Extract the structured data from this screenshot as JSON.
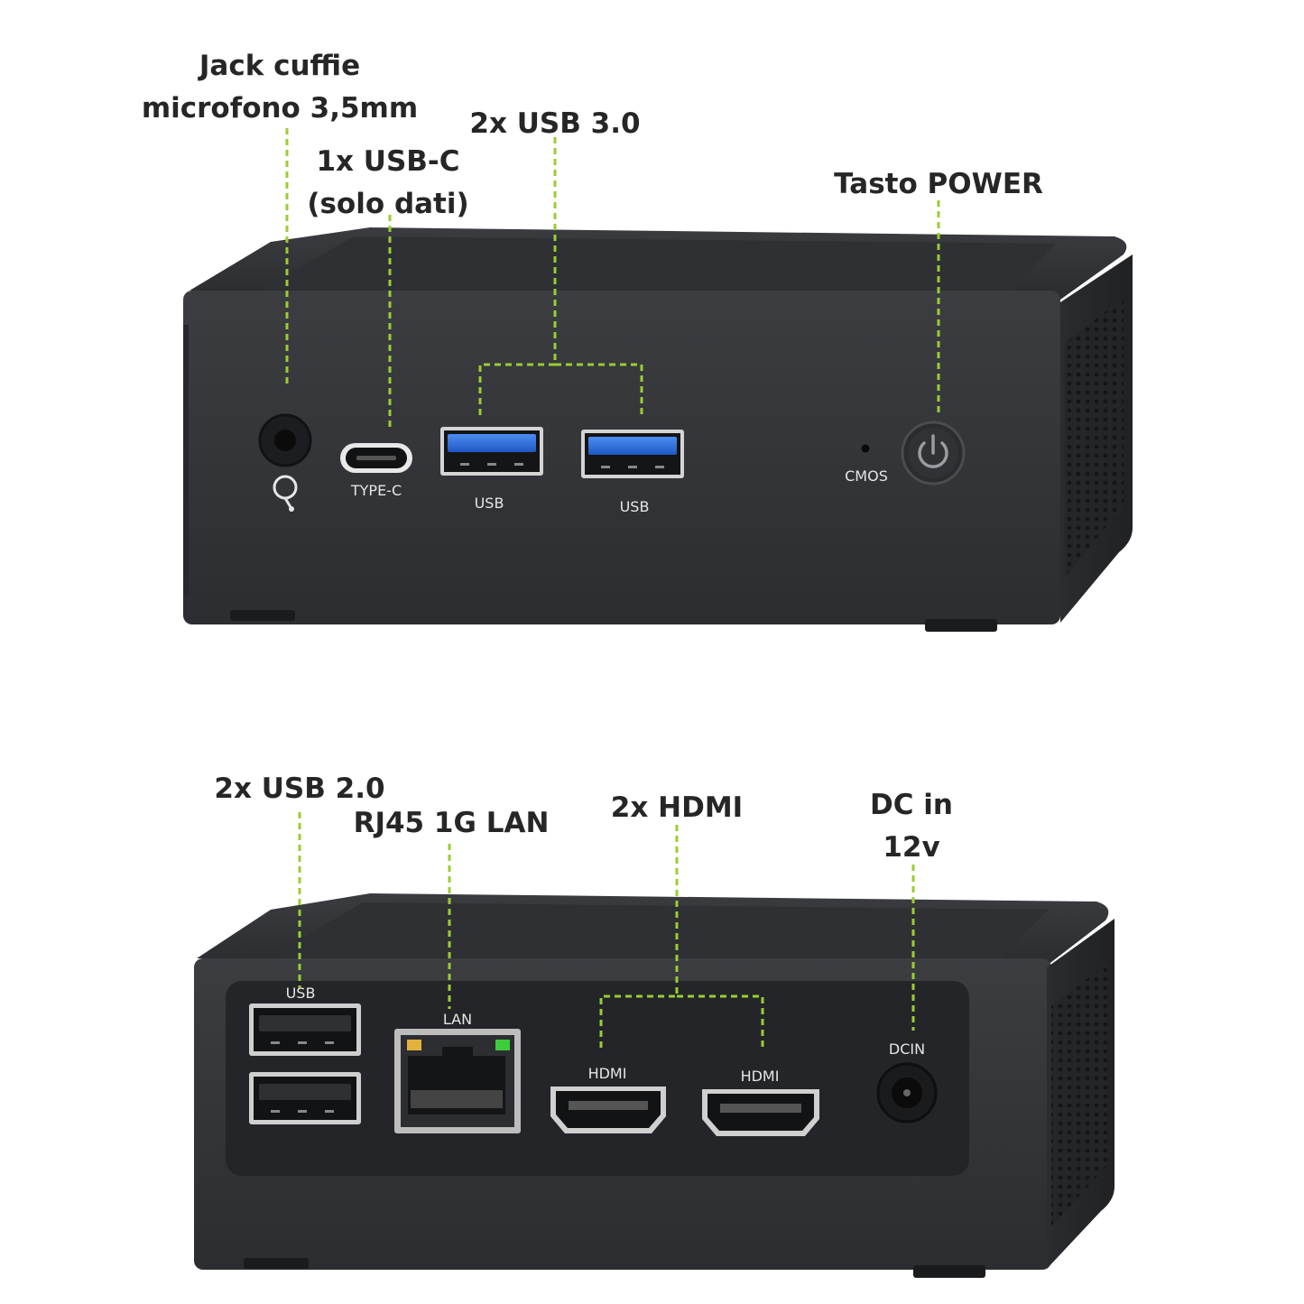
{
  "front": {
    "callouts": {
      "jack": [
        "Jack cuffie",
        "microfono 3,5mm"
      ],
      "usbc": [
        "1x USB-C",
        "(solo dati)"
      ],
      "usb3": [
        "2x USB 3.0"
      ],
      "power": [
        "Tasto POWER"
      ]
    },
    "labels": {
      "typec": "TYPE-C",
      "usb_a": "USB",
      "usb_b": "USB",
      "cmos": "CMOS"
    }
  },
  "rear": {
    "callouts": {
      "usb2": [
        "2x USB 2.0"
      ],
      "lan": [
        "RJ45 1G LAN"
      ],
      "hdmi": [
        "2x HDMI"
      ],
      "dc": [
        "DC in",
        "12v"
      ]
    },
    "labels": {
      "usb": "USB",
      "lan": "LAN",
      "hdmi_a": "HDMI",
      "hdmi_b": "HDMI",
      "dcin": "DCIN"
    }
  },
  "colors": {
    "body": "#2f3134",
    "top": "#26282b",
    "usb3_blue": "#2f6fd6",
    "leader": "#9acd32",
    "led_green": "#3ccc3c",
    "led_amber": "#e3b23c"
  }
}
